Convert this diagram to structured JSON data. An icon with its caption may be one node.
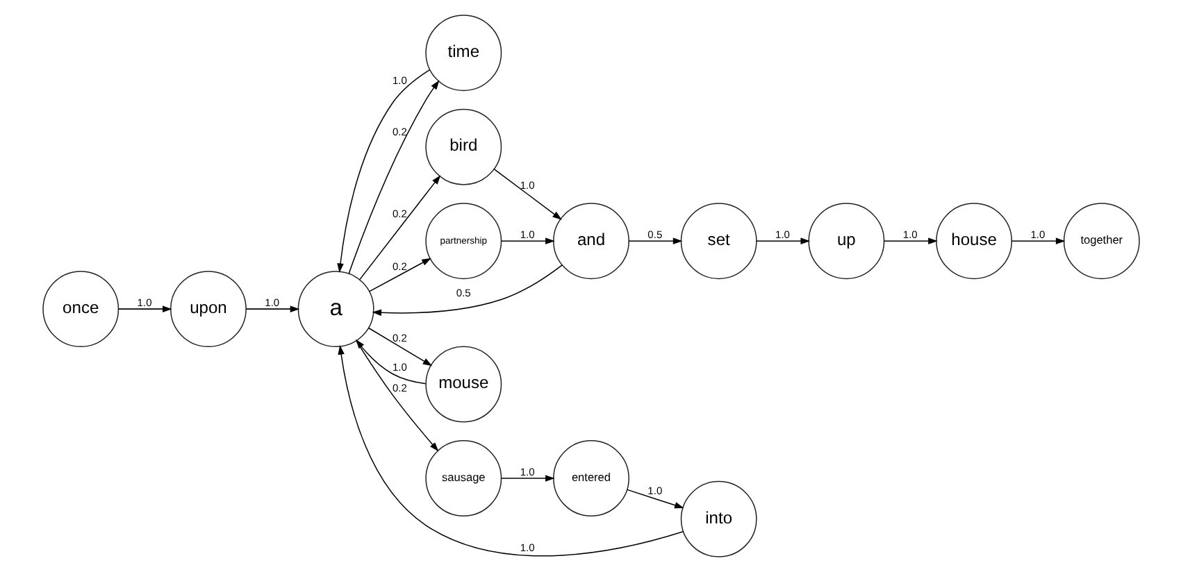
{
  "diagram": {
    "nodes": [
      {
        "text": [
          "once"
        ]
      },
      {
        "text": [
          "upon"
        ]
      },
      {
        "text": [
          "time"
        ]
      },
      {
        "text": [
          "and"
        ]
      },
      {
        "text": [
          "set"
        ]
      },
      {
        "text": [
          "sausage"
        ]
      },
      {
        "text": [
          "a"
        ]
      },
      {
        "text": [
          "bird"
        ]
      },
      {
        "text": [
          "up"
        ]
      },
      {
        "text": [
          "house"
        ]
      },
      {
        "text": [
          "entered"
        ]
      },
      {
        "text": [
          "into"
        ]
      },
      {
        "text": [
          "mouse"
        ]
      },
      {
        "text": [
          "partnership"
        ]
      },
      {
        "text": [
          "together"
        ]
      }
    ],
    "edges": [
      {
        "from": 0,
        "to": 1,
        "arrow": "to",
        "label": "1.0"
      },
      {
        "from": 1,
        "to": 6,
        "arrow": "to",
        "label": "1.0"
      },
      {
        "from": 2,
        "to": 6,
        "arrow": "to",
        "label": "1.0"
      },
      {
        "from": 6,
        "to": 2,
        "arrow": "to",
        "label": "0.2"
      },
      {
        "from": 3,
        "to": 6,
        "arrow": "to",
        "label": "0.5"
      },
      {
        "from": 3,
        "to": 4,
        "arrow": "to",
        "label": "0.5"
      },
      {
        "from": 4,
        "to": 8,
        "arrow": "to",
        "label": "1.0"
      },
      {
        "from": 8,
        "to": 9,
        "arrow": "to",
        "label": "1.0"
      },
      {
        "from": 9,
        "to": 14,
        "arrow": "to",
        "label": "1.0"
      },
      {
        "from": 6,
        "to": 5,
        "arrow": "to",
        "label": "0.2"
      },
      {
        "from": 5,
        "to": 10,
        "arrow": "to",
        "label": "1.0"
      },
      {
        "from": 10,
        "to": 11,
        "arrow": "to",
        "label": "1.0"
      },
      {
        "from": 11,
        "to": 6,
        "arrow": "to",
        "label": "1.0"
      },
      {
        "from": 6,
        "to": 7,
        "arrow": "to",
        "label": "0.2"
      },
      {
        "from": 7,
        "to": 3,
        "arrow": "to",
        "label": "1.0"
      },
      {
        "from": 12,
        "to": 6,
        "arrow": "to",
        "label": "1.0"
      },
      {
        "from": 6,
        "to": 12,
        "arrow": "to",
        "label": "0.2"
      },
      {
        "from": 6,
        "to": 13,
        "arrow": "to",
        "label": "0.2"
      },
      {
        "from": 13,
        "to": 3,
        "arrow": "to",
        "label": "1.0"
      }
    ]
  }
}
